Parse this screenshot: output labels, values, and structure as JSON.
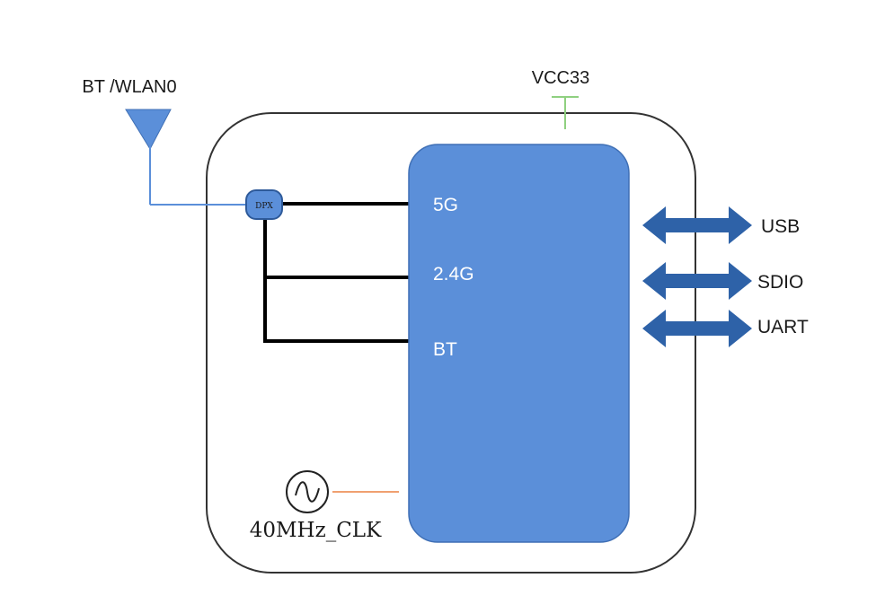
{
  "labels": {
    "antenna": "BT /WLAN0",
    "vcc": "VCC33",
    "dpx": "DPX",
    "clock": "40MHz_CLK"
  },
  "chip": {
    "ports": [
      "5G",
      "2.4G",
      "BT"
    ]
  },
  "interfaces": [
    "USB",
    "SDIO",
    "UART"
  ],
  "colors": {
    "chip_fill": "#5b8fd9",
    "chip_stroke": "#3f6fb5",
    "arrow": "#2e62a8",
    "antenna_fill": "#5b8fd9",
    "antenna_line": "#5b8fd9",
    "vcc_line": "#8fd080",
    "clock_line": "#f0a070",
    "module_border": "#333333",
    "rf_line": "#000000"
  },
  "icons": {
    "antenna": "antenna-icon",
    "oscillator": "sine-wave-icon",
    "duplexer": "duplexer-node"
  }
}
